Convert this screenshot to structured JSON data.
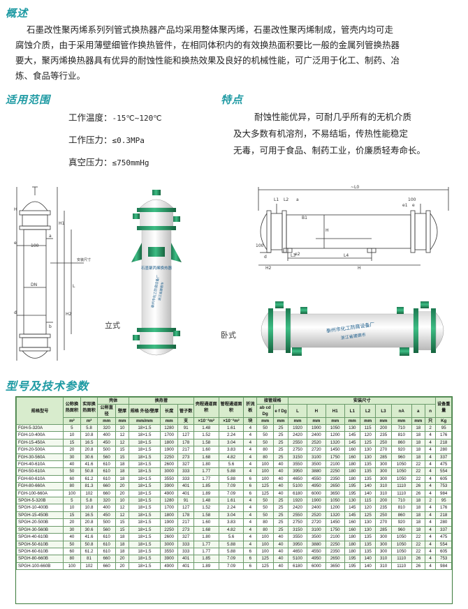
{
  "overview": {
    "title": "概述",
    "lines": [
      "石墨改性聚丙烯系列列管式换热器产品均采用整体聚丙烯，石墨改性聚丙烯制成，管壳内均可走",
      "腐蚀介质，由于采用薄壁细管作换热管件，在相同体积内的有效换热面积要比一般的金属列管换热器",
      "要大，聚丙烯换热器具有优异的耐蚀性能和换热效果及良好的机械性能，可广泛用于化工、制药、冶",
      "炼、食品等行业。"
    ]
  },
  "scope": {
    "title": "适用范围",
    "rows": [
      {
        "label": "工作温度：",
        "value": "-15℃~120℃"
      },
      {
        "label": "工作压力：",
        "value": "≤0.3MPa"
      },
      {
        "label": "真空压力：",
        "value": "≤750mmHg"
      }
    ]
  },
  "features": {
    "title": "特点",
    "lines": [
      "耐蚀性能优异，可耐几乎所有的无机介质",
      "及大多数有机溶剂，不易结垢，传热性能稳定",
      "无毒，可用于食品、制药工业，价廉质轻寿命长。"
    ]
  },
  "figures": {
    "vertical_caption": "立式",
    "horizontal_caption": "卧式",
    "vertical_label": "石墨聚丙烯换热器",
    "company_line1": "泰州市化工防腐设备厂",
    "company_line2": "浙江省建德市",
    "vertical_dims": [
      "H",
      "H1",
      "H2",
      "100",
      "DN",
      "L",
      "e",
      "a",
      "d",
      "b",
      "安装尺寸"
    ],
    "horizontal_dims": [
      "~L0",
      "L1",
      "L2",
      "a",
      "100",
      "e1",
      "e",
      "B1",
      "H",
      "d",
      "e2",
      "100",
      "L3",
      "L4",
      "H2",
      "H"
    ]
  },
  "params": {
    "title": "型号及技术参数",
    "header_row1": [
      "规格型号",
      "公称换热面积",
      "实际换热面积",
      "壳体",
      "换热管",
      "壳程通道面积",
      "管程通道面积",
      "折流板",
      "接管规格",
      "安装尺寸",
      "设备重量"
    ],
    "header_row2": [
      "公称直径",
      "壁厚",
      "规格 外径/壁厚",
      "长度",
      "管子数",
      "ab cd Dg",
      "e f Dg",
      "L",
      "H",
      "H1",
      "L1",
      "L2",
      "L3",
      "nA",
      "a",
      "n"
    ],
    "header_units": [
      "m²",
      "m²",
      "mm",
      "mm",
      "mm/mm",
      "mm",
      "支",
      "×10⁻²m²",
      "×10⁻²m²",
      "块",
      "mm",
      "mm",
      "mm",
      "mm",
      "mm",
      "mm",
      "mm",
      "mm",
      "mm",
      "mm",
      "只",
      "Kg"
    ],
    "rows": [
      [
        "FGH-5-320A",
        "5",
        "5.8",
        "320",
        "10",
        "18×1.5",
        "1280",
        "91",
        "1.48",
        "1.61",
        "4",
        "50",
        "25",
        "1920",
        "1900",
        "1050",
        "130",
        "115",
        "200",
        "710",
        "18",
        "2",
        "95"
      ],
      [
        "FGH-10-400A",
        "10",
        "10.8",
        "400",
        "12",
        "18×1.5",
        "1700",
        "127",
        "1.52",
        "2.24",
        "4",
        "50",
        "25",
        "2420",
        "2400",
        "1200",
        "145",
        "120",
        "235",
        "810",
        "18",
        "4",
        "176"
      ],
      [
        "FGH-15-450A",
        "15",
        "16.5",
        "450",
        "12",
        "18×1.5",
        "1800",
        "178",
        "1.58",
        "3.04",
        "4",
        "50",
        "25",
        "2550",
        "2520",
        "1320",
        "145",
        "125",
        "250",
        "860",
        "18",
        "4",
        "218"
      ],
      [
        "FGH-20-500A",
        "20",
        "20.8",
        "500",
        "15",
        "18×1.5",
        "1900",
        "217",
        "1.60",
        "3.83",
        "4",
        "80",
        "25",
        "2750",
        "2720",
        "1450",
        "160",
        "130",
        "270",
        "920",
        "18",
        "4",
        "280"
      ],
      [
        "FGH-30-560A",
        "30",
        "30.6",
        "560",
        "15",
        "18×1.5",
        "2250",
        "273",
        "1.68",
        "4.82",
        "4",
        "80",
        "25",
        "3150",
        "3100",
        "1750",
        "160",
        "130",
        "285",
        "960",
        "18",
        "4",
        "337"
      ],
      [
        "FGH-40-610A",
        "40",
        "41.6",
        "610",
        "18",
        "18×1.5",
        "2600",
        "327",
        "1.80",
        "5.6",
        "4",
        "100",
        "40",
        "3550",
        "3500",
        "2100",
        "180",
        "135",
        "300",
        "1050",
        "22",
        "4",
        "475"
      ],
      [
        "FGH-50-610A",
        "50",
        "50.8",
        "610",
        "18",
        "18×1.5",
        "3000",
        "333",
        "1.77",
        "5.88",
        "4",
        "100",
        "40",
        "3950",
        "3880",
        "2250",
        "180",
        "135",
        "300",
        "1050",
        "22",
        "4",
        "554"
      ],
      [
        "FGH-60-610A",
        "60",
        "61.2",
        "610",
        "18",
        "18×1.5",
        "3550",
        "333",
        "1.77",
        "5.88",
        "6",
        "100",
        "40",
        "4650",
        "4550",
        "2350",
        "180",
        "135",
        "300",
        "1050",
        "22",
        "4",
        "605"
      ],
      [
        "FGH-80-660A",
        "80",
        "81.3",
        "660",
        "20",
        "18×1.5",
        "3900",
        "401",
        "1.85",
        "7.09",
        "6",
        "125",
        "40",
        "5100",
        "4950",
        "2650",
        "195",
        "140",
        "310",
        "1110",
        "26",
        "4",
        "753"
      ],
      [
        "FGH-100-660A",
        "100",
        "102",
        "660",
        "20",
        "18×1.5",
        "4900",
        "401",
        "1.89",
        "7.09",
        "6",
        "125",
        "40",
        "6180",
        "6000",
        "3650",
        "195",
        "140",
        "310",
        "1110",
        "26",
        "4",
        "984"
      ],
      [
        "SPGH-5-320B",
        "5",
        "5.8",
        "320",
        "10",
        "18×1.5",
        "1280",
        "91",
        "1.48",
        "1.61",
        "4",
        "50",
        "25",
        "1920",
        "1900",
        "1050",
        "130",
        "115",
        "200",
        "710",
        "18",
        "2",
        "95"
      ],
      [
        "SPGH-10-400B",
        "10",
        "10.8",
        "400",
        "12",
        "18×1.5",
        "1700",
        "127",
        "1.52",
        "2.24",
        "4",
        "50",
        "25",
        "2420",
        "2400",
        "1200",
        "145",
        "120",
        "235",
        "810",
        "18",
        "4",
        "176"
      ],
      [
        "SPGH-15-450B",
        "15",
        "16.5",
        "450",
        "12",
        "18×1.5",
        "1800",
        "178",
        "1.58",
        "3.04",
        "4",
        "50",
        "25",
        "2550",
        "2520",
        "1320",
        "145",
        "125",
        "250",
        "860",
        "18",
        "4",
        "218"
      ],
      [
        "SPGH-20-500B",
        "20",
        "20.8",
        "500",
        "15",
        "18×1.5",
        "1900",
        "217",
        "1.60",
        "3.83",
        "4",
        "80",
        "25",
        "2750",
        "2720",
        "1450",
        "160",
        "130",
        "270",
        "920",
        "18",
        "4",
        "280"
      ],
      [
        "SPGH-30-560B",
        "30",
        "30.6",
        "560",
        "15",
        "18×1.5",
        "2250",
        "273",
        "1.68",
        "4.82",
        "4",
        "80",
        "25",
        "3150",
        "3100",
        "1750",
        "160",
        "130",
        "285",
        "960",
        "18",
        "4",
        "337"
      ],
      [
        "SPGH-40-610B",
        "40",
        "41.6",
        "610",
        "18",
        "18×1.5",
        "2600",
        "327",
        "1.80",
        "5.6",
        "4",
        "100",
        "40",
        "3550",
        "3500",
        "2100",
        "180",
        "135",
        "300",
        "1050",
        "22",
        "4",
        "475"
      ],
      [
        "SPGH-50-610B",
        "50",
        "50.8",
        "610",
        "18",
        "18×1.5",
        "3000",
        "333",
        "1.77",
        "5.88",
        "4",
        "100",
        "40",
        "3950",
        "3880",
        "2250",
        "180",
        "135",
        "300",
        "1050",
        "22",
        "4",
        "554"
      ],
      [
        "SPGH-60-610B",
        "60",
        "61.2",
        "610",
        "18",
        "18×1.5",
        "3550",
        "333",
        "1.77",
        "5.88",
        "6",
        "100",
        "40",
        "4650",
        "4550",
        "2350",
        "180",
        "135",
        "300",
        "1050",
        "22",
        "4",
        "605"
      ],
      [
        "SPGH-80-660B",
        "80",
        "81",
        "660",
        "20",
        "18×1.5",
        "3900",
        "401",
        "1.85",
        "7.09",
        "6",
        "125",
        "40",
        "5100",
        "4950",
        "2650",
        "195",
        "140",
        "310",
        "1110",
        "26",
        "4",
        "753"
      ],
      [
        "SPGH-100-660B",
        "100",
        "102",
        "660",
        "20",
        "18×1.5",
        "4900",
        "401",
        "1.89",
        "7.09",
        "6",
        "125",
        "40",
        "6180",
        "6000",
        "3650",
        "195",
        "140",
        "310",
        "1110",
        "26",
        "4",
        "984"
      ]
    ]
  },
  "colors": {
    "accent": "#1e9aa3",
    "vessel_green": "#2f9a6a",
    "vessel_white": "#f2f2f2",
    "table_header": "#d8eccd",
    "table_border": "#6a9a6a"
  }
}
